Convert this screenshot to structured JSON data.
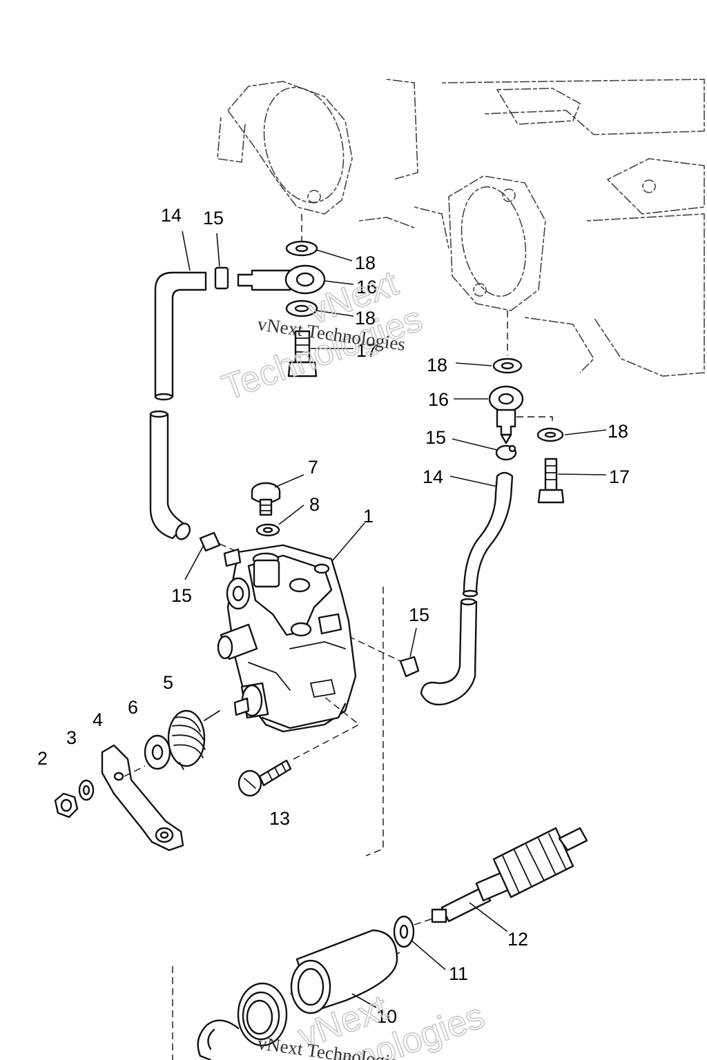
{
  "callouts": [
    {
      "id": "n1",
      "text": "1"
    },
    {
      "id": "n2",
      "text": "2"
    },
    {
      "id": "n3",
      "text": "3"
    },
    {
      "id": "n4",
      "text": "4"
    },
    {
      "id": "n5",
      "text": "5"
    },
    {
      "id": "n6",
      "text": "6"
    },
    {
      "id": "n7",
      "text": "7"
    },
    {
      "id": "n8",
      "text": "8"
    },
    {
      "id": "n10",
      "text": "10"
    },
    {
      "id": "n11",
      "text": "11"
    },
    {
      "id": "n12",
      "text": "12"
    },
    {
      "id": "n13",
      "text": "13"
    },
    {
      "id": "n14a",
      "text": "14"
    },
    {
      "id": "n14b",
      "text": "14"
    },
    {
      "id": "n15a",
      "text": "15"
    },
    {
      "id": "n15b",
      "text": "15"
    },
    {
      "id": "n15c",
      "text": "15"
    },
    {
      "id": "n15d",
      "text": "15"
    },
    {
      "id": "n16a",
      "text": "16"
    },
    {
      "id": "n16b",
      "text": "16"
    },
    {
      "id": "n17a",
      "text": "17"
    },
    {
      "id": "n17b",
      "text": "17"
    },
    {
      "id": "n18a",
      "text": "18"
    },
    {
      "id": "n18b",
      "text": "18"
    },
    {
      "id": "n18c",
      "text": "18"
    },
    {
      "id": "n18d",
      "text": "18"
    }
  ],
  "watermark": {
    "outline_line1": "vNext",
    "outline_line2": "Technologies",
    "small": "vNext Technologies"
  }
}
